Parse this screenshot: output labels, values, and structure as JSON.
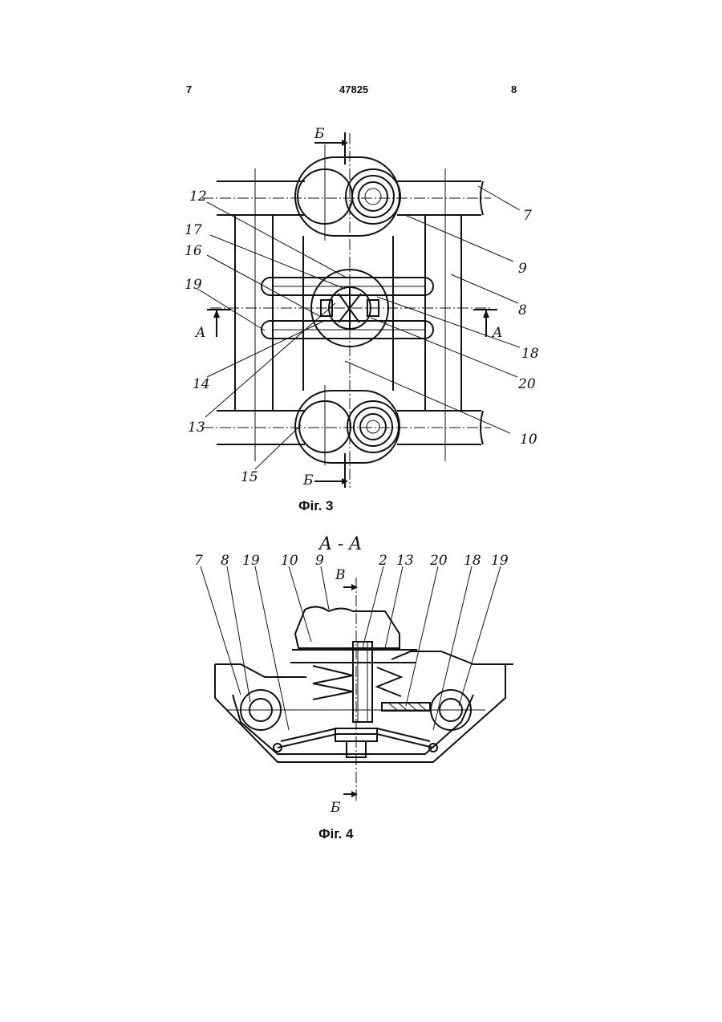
{
  "header": {
    "left_page": "7",
    "doc_number": "47825",
    "right_page": "8"
  },
  "fig3": {
    "caption": "Фiг. 3",
    "section_b_top": "Б",
    "section_b_bottom": "Б",
    "section_a_left": "A",
    "section_a_right": "A",
    "labels": {
      "l7": "7",
      "l9": "9",
      "l8": "8",
      "l18": "18",
      "l20": "20",
      "l10": "10",
      "l12": "12",
      "l17": "17",
      "l16": "16",
      "l19": "19",
      "l14": "14",
      "l13": "13",
      "l15": "15"
    }
  },
  "fig4": {
    "caption": "Фiг. 4",
    "section_title": "A - A",
    "section_b_top": "B",
    "section_b_bottom": "Б",
    "labels": {
      "l7": "7",
      "l8": "8",
      "l19a": "19",
      "l10": "10",
      "l9": "9",
      "l2": "2",
      "l13": "13",
      "l20": "20",
      "l18": "18",
      "l19b": "19"
    }
  }
}
